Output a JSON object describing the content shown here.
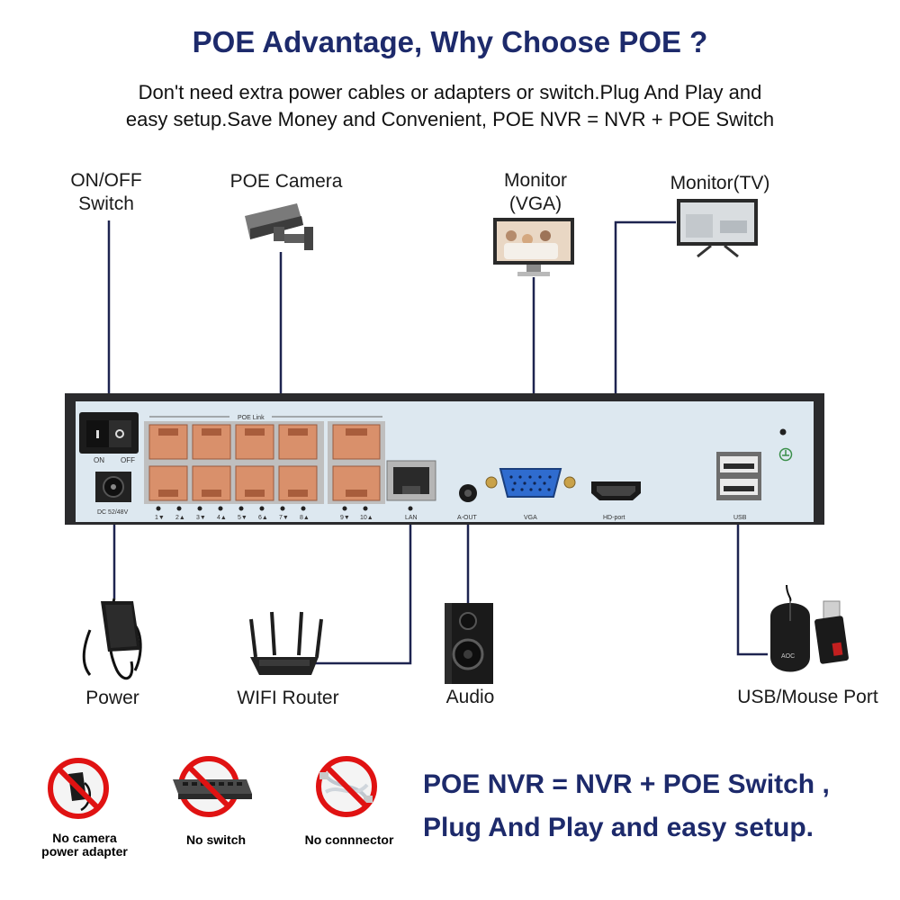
{
  "header": {
    "title": "POE Advantage, Why Choose POE ?",
    "subtitle_line1": "Don't need extra power cables or adapters or switch.Plug And Play and",
    "subtitle_line2": "easy setup.Save Money and Convenient, POE NVR = NVR + POE Switch"
  },
  "devices": {
    "switch_line1": "ON/OFF",
    "switch_line2": "Switch",
    "camera": "POE Camera",
    "monitor_vga_line1": "Monitor",
    "monitor_vga_line2": "(VGA)",
    "monitor_tv": "Monitor(TV)",
    "power": "Power",
    "router": "WIFI Router",
    "audio": "Audio",
    "usb": "USB/Mouse Port"
  },
  "nvr_panel": {
    "on": "ON",
    "off": "OFF",
    "dc": "DC 52/48V",
    "poe_link": "POE Link",
    "ports": [
      "1▼",
      "2▲",
      "3▼",
      "4▲",
      "5▼",
      "6▲",
      "7▼",
      "8▲",
      "9▼",
      "10▲"
    ],
    "lan": "LAN",
    "aout": "A-OUT",
    "vga": "VGA",
    "hdport": "HD-port",
    "usb": "USB"
  },
  "mouse_brand": "AOC",
  "no_items": {
    "adapter_line1": "No camera",
    "adapter_line2": "power adapter",
    "switch": "No switch",
    "connector": "No connnector"
  },
  "summary": {
    "line1": "POE NVR = NVR + POE Switch ,",
    "line2": "Plug And Play and easy setup."
  },
  "colors": {
    "title": "#1d2a6b",
    "panel": "#dde8f0",
    "rj45": "#d9906b",
    "vga": "#2f6ccf",
    "prohibit": "#e01212"
  }
}
